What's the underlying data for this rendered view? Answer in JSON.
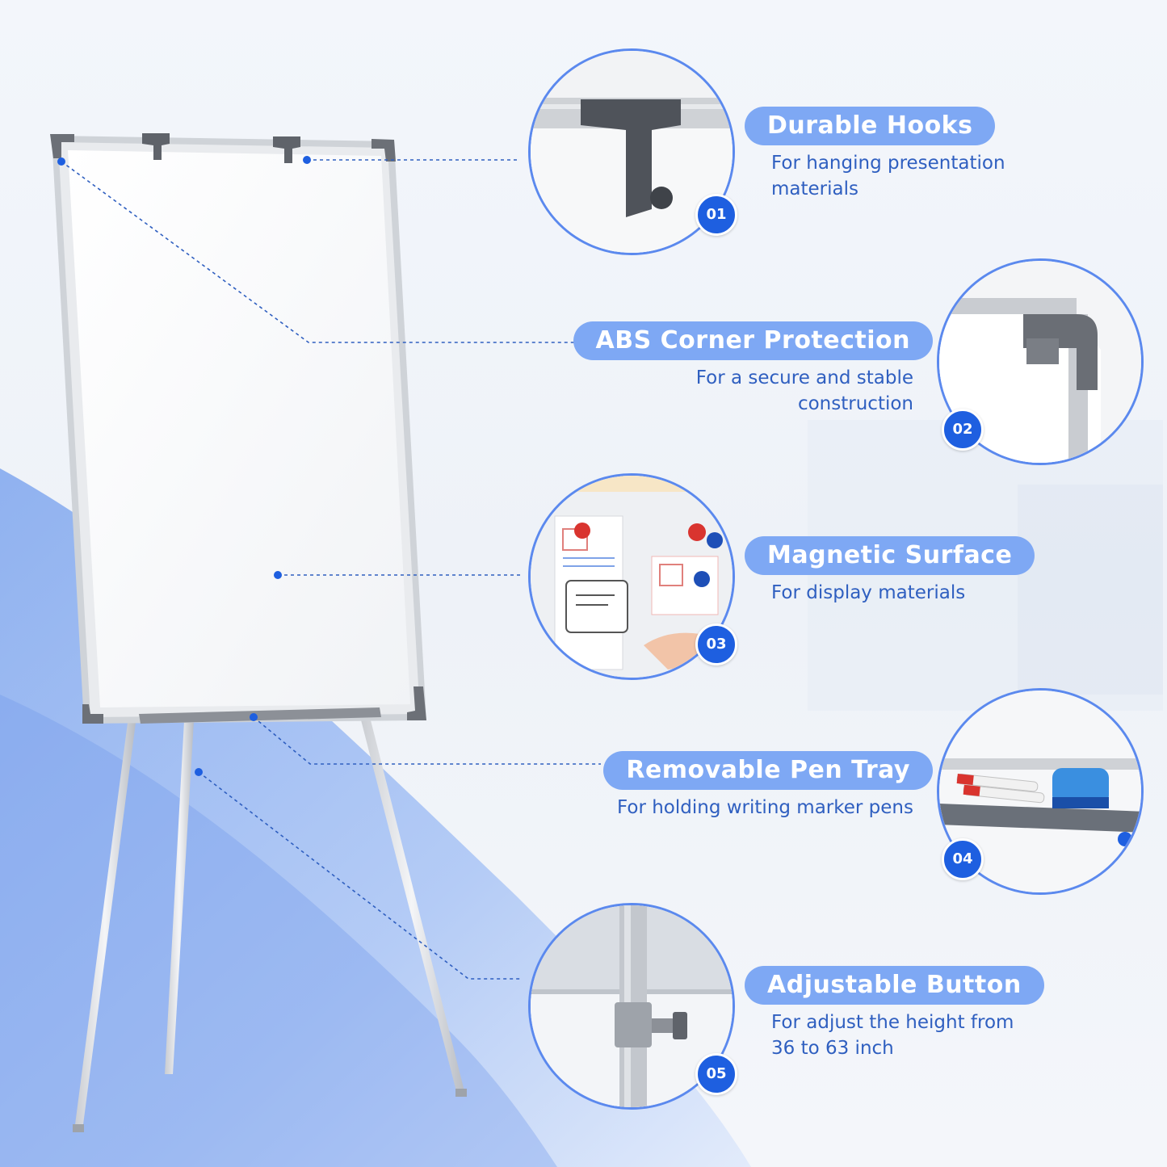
{
  "features": [
    {
      "number": "01",
      "title": "Durable Hooks",
      "description_lines": [
        "For hanging presentation",
        "materials"
      ]
    },
    {
      "number": "02",
      "title": "ABS Corner Protection",
      "description_lines": [
        "For a secure and stable",
        "construction"
      ]
    },
    {
      "number": "03",
      "title": "Magnetic Surface",
      "description_lines": [
        "For display materials"
      ]
    },
    {
      "number": "04",
      "title": "Removable Pen Tray",
      "description_lines": [
        "For holding writing marker pens"
      ]
    },
    {
      "number": "05",
      "title": "Adjustable Button",
      "description_lines": [
        "For adjust the height from",
        "36 to 63 inch"
      ]
    }
  ],
  "colors": {
    "accent": "#1e5fe0",
    "pill": "#7ea8f4",
    "circle_border": "#5b89ee",
    "description_text": "#2f5fc0"
  },
  "icons": [
    "hook-icon",
    "corner-protector-icon",
    "magnet-icon",
    "pen-tray-icon",
    "adjust-knob-icon"
  ]
}
